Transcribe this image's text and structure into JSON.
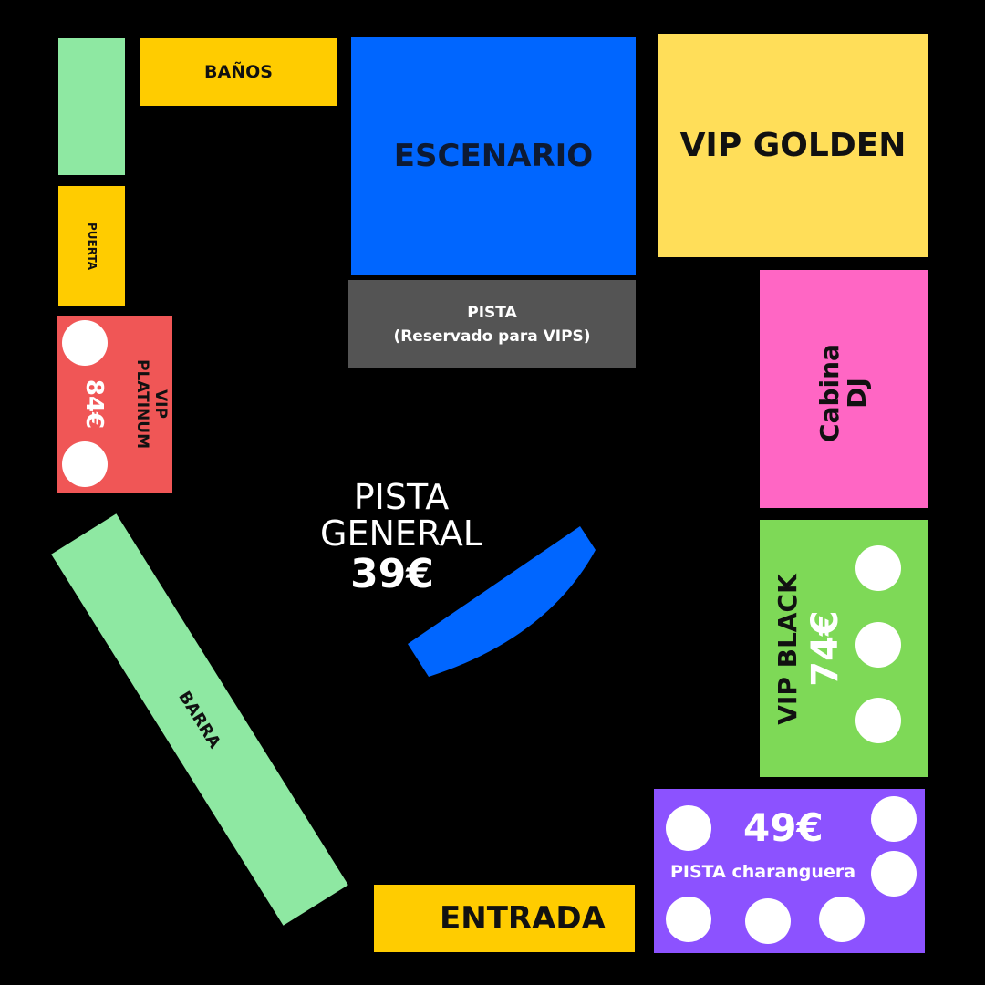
{
  "colors": {
    "background": "#000000",
    "green_light": "#8EE8A2",
    "yellow": "#FFCC00",
    "blue": "#0066FF",
    "gold": "#FFDE59",
    "grey": "#545454",
    "pink": "#FF66C4",
    "red": "#F05656",
    "lime": "#7ED957",
    "purple": "#8C52FF"
  },
  "zones": {
    "banos": {
      "label": "BAÑOS"
    },
    "puerta": {
      "label": "PUERTA"
    },
    "escenario": {
      "label": "ESCENARIO"
    },
    "vip_golden": {
      "label": "VIP GOLDEN"
    },
    "pista_vip": {
      "line1": "PISTA",
      "line2": "(Reservado para VIPS)"
    },
    "vip_platinum": {
      "line1": "VIP",
      "line2": "PLATINUM",
      "price": "84€"
    },
    "cabina_dj": {
      "line1": "Cabina",
      "line2": "DJ"
    },
    "pista_general": {
      "line1": "PISTA",
      "line2": "GENERAL",
      "price": "39€"
    },
    "vip_black": {
      "label": "VIP BLACK",
      "price": "74€"
    },
    "barra": {
      "label": "BARRA"
    },
    "pista_charanguera": {
      "label": "PISTA charanguera",
      "price": "49€"
    },
    "entrada": {
      "label": "ENTRADA"
    }
  }
}
